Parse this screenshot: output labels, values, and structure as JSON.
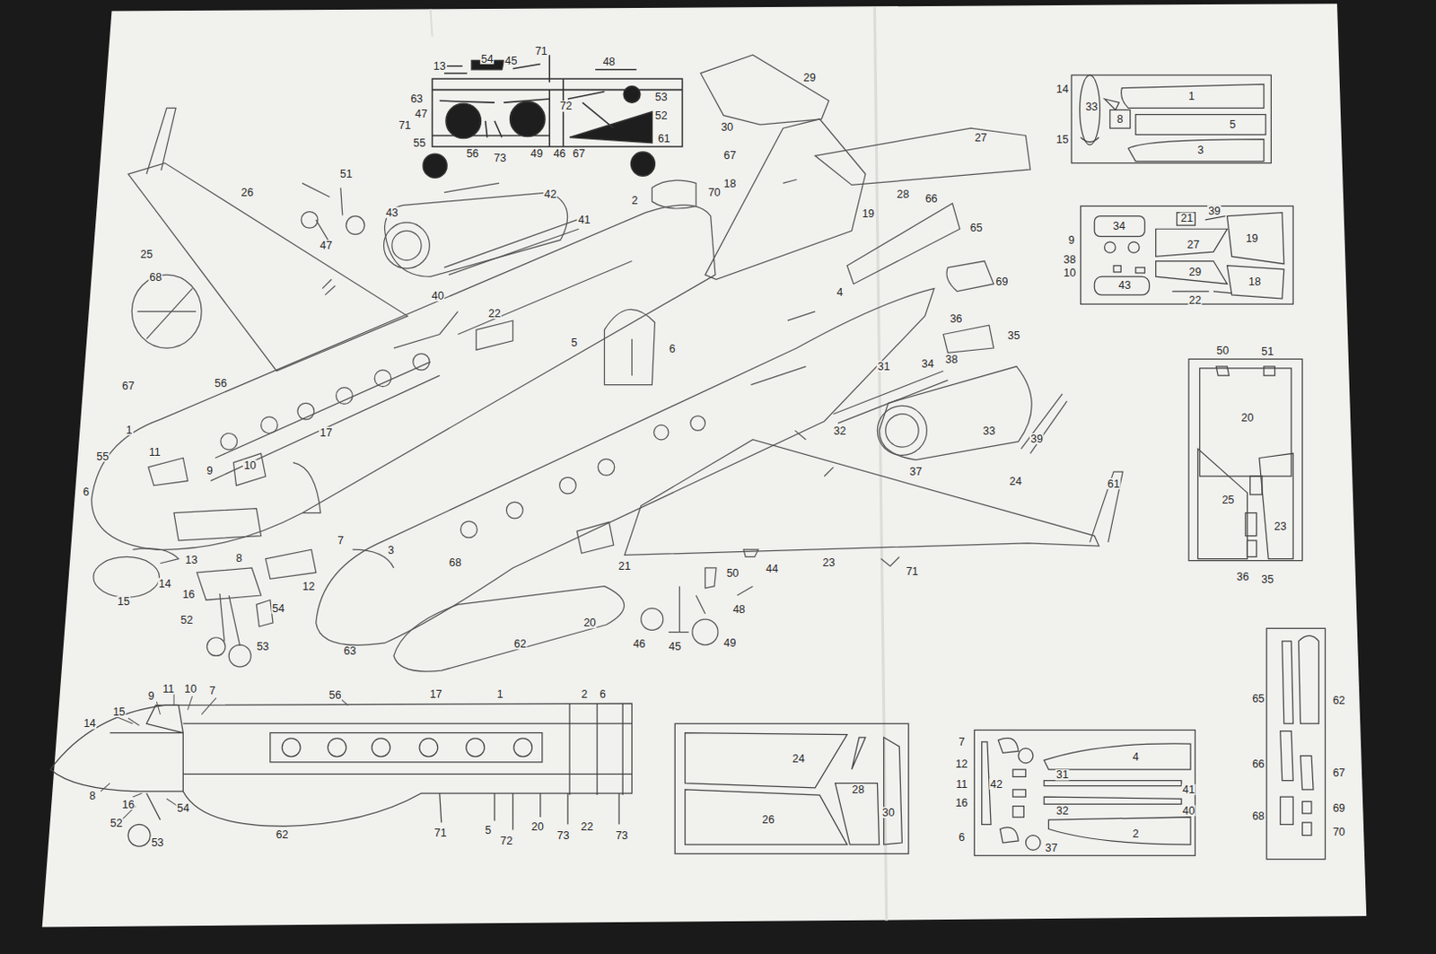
{
  "diagram": {
    "labels": [
      "13",
      "54",
      "45",
      "71",
      "48",
      "63",
      "47",
      "71",
      "55",
      "53",
      "72",
      "52",
      "56",
      "73",
      "49",
      "46",
      "67",
      "61",
      "26",
      "25",
      "68",
      "51",
      "47",
      "43",
      "42",
      "41",
      "40",
      "2",
      "70",
      "67",
      "56",
      "17",
      "1",
      "22",
      "5",
      "6",
      "55",
      "6",
      "11",
      "10",
      "9",
      "7",
      "13",
      "8",
      "14",
      "12",
      "15",
      "16",
      "52",
      "54",
      "53",
      "3",
      "63",
      "68",
      "21",
      "20",
      "62",
      "46",
      "45",
      "50",
      "44",
      "48",
      "49",
      "71",
      "23",
      "24",
      "61",
      "4",
      "36",
      "35",
      "31",
      "34",
      "38",
      "32",
      "33",
      "37",
      "39",
      "69",
      "66",
      "65",
      "27",
      "28",
      "29",
      "30",
      "67",
      "18",
      "19",
      "14",
      "15",
      "9",
      "11",
      "10",
      "7",
      "56",
      "17",
      "1",
      "2",
      "6",
      "8",
      "16",
      "52",
      "54",
      "53",
      "62",
      "71",
      "5",
      "72",
      "20",
      "73",
      "22",
      "73",
      "14",
      "33",
      "1",
      "8",
      "5",
      "15",
      "3",
      "34",
      "21",
      "39",
      "19",
      "9",
      "27",
      "38",
      "10",
      "29",
      "18",
      "43",
      "22",
      "50",
      "51",
      "20",
      "25",
      "23",
      "36",
      "35",
      "65",
      "62",
      "66",
      "67",
      "68",
      "69",
      "70",
      "24",
      "28",
      "26",
      "30",
      "7",
      "12",
      "11",
      "42",
      "16",
      "31",
      "4",
      "41",
      "40",
      "32",
      "2",
      "6",
      "37"
    ]
  }
}
